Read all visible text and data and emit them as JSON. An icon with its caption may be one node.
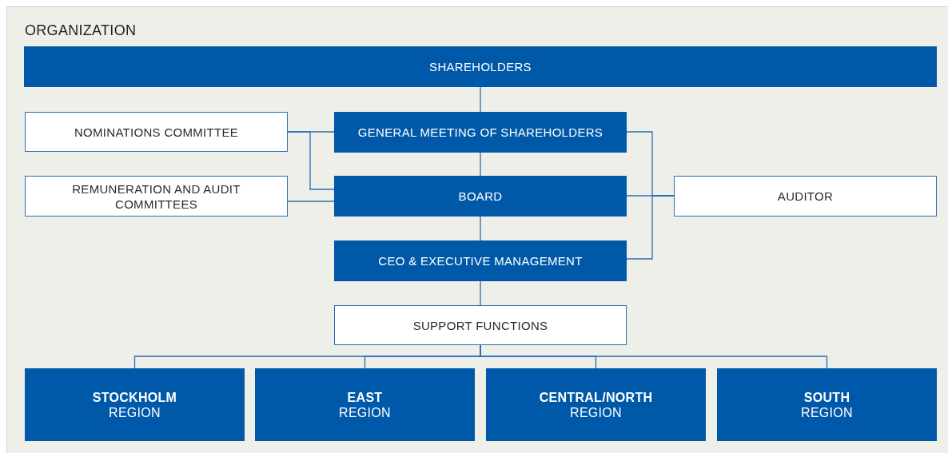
{
  "diagram": {
    "title": "ORGANIZATION",
    "nodes": [
      {
        "text": [
          "SHAREHOLDERS"
        ]
      },
      {
        "text": [
          "NOMINATIONS COMMITTEE"
        ]
      },
      {
        "text": [
          "GENERAL MEETING OF SHAREHOLDERS"
        ]
      },
      {
        "text": [
          "REMUNERATION AND AUDIT COMMITTEES"
        ]
      },
      {
        "text": [
          "BOARD"
        ]
      },
      {
        "text": [
          "AUDITOR"
        ]
      },
      {
        "text": [
          "CEO & EXECUTIVE MANAGEMENT"
        ]
      },
      {
        "text": [
          "SUPPORT FUNCTIONS"
        ]
      },
      {
        "text": [
          "STOCKHOLM",
          "REGION"
        ]
      },
      {
        "text": [
          "EAST",
          "REGION"
        ]
      },
      {
        "text": [
          "CENTRAL/NORTH",
          "REGION"
        ]
      },
      {
        "text": [
          "SOUTH",
          "REGION"
        ]
      }
    ],
    "edges": [
      {
        "from": 0,
        "to": 2,
        "arrow": "none"
      },
      {
        "from": 1,
        "to": 2,
        "arrow": "none"
      },
      {
        "from": 1,
        "to": 4,
        "arrow": "none"
      },
      {
        "from": 3,
        "to": 4,
        "arrow": "none"
      },
      {
        "from": 2,
        "to": 4,
        "arrow": "none"
      },
      {
        "from": 4,
        "to": 6,
        "arrow": "none"
      },
      {
        "from": 6,
        "to": 7,
        "arrow": "none"
      },
      {
        "from": 2,
        "to": 5,
        "arrow": "none"
      },
      {
        "from": 4,
        "to": 5,
        "arrow": "none"
      },
      {
        "from": 6,
        "to": 5,
        "arrow": "none"
      },
      {
        "from": 7,
        "to": 8,
        "arrow": "none"
      },
      {
        "from": 7,
        "to": 9,
        "arrow": "none"
      },
      {
        "from": 7,
        "to": 10,
        "arrow": "none"
      },
      {
        "from": 7,
        "to": 11,
        "arrow": "none"
      }
    ]
  }
}
